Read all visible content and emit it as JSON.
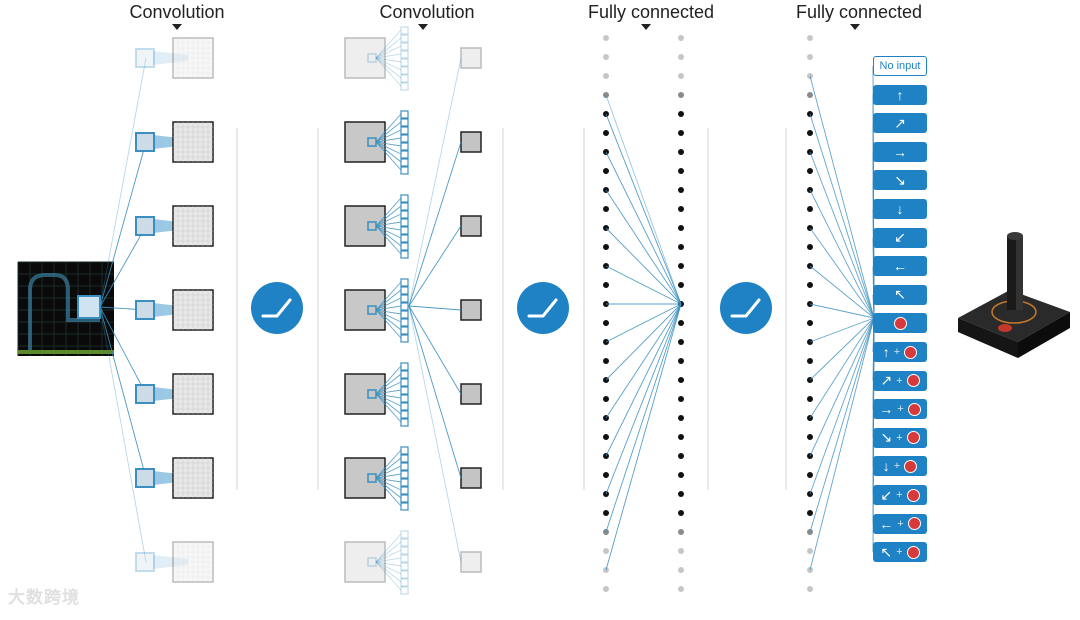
{
  "stages": [
    {
      "title": "Convolution"
    },
    {
      "title": "Convolution"
    },
    {
      "title": "Fully connected"
    },
    {
      "title": "Fully connected"
    }
  ],
  "activation_icon": "relu-icon",
  "actions": [
    {
      "label": "No input",
      "type": "text"
    },
    {
      "glyph": "↑",
      "fire": false
    },
    {
      "glyph": "↗",
      "fire": false
    },
    {
      "glyph": "→",
      "fire": false
    },
    {
      "glyph": "↘",
      "fire": false
    },
    {
      "glyph": "↓",
      "fire": false
    },
    {
      "glyph": "↙",
      "fire": false
    },
    {
      "glyph": "←",
      "fire": false
    },
    {
      "glyph": "↖",
      "fire": false
    },
    {
      "glyph": "",
      "fire": true
    },
    {
      "glyph": "↑",
      "fire": true
    },
    {
      "glyph": "↗",
      "fire": true
    },
    {
      "glyph": "→",
      "fire": true
    },
    {
      "glyph": "↘",
      "fire": true
    },
    {
      "glyph": "↓",
      "fire": true
    },
    {
      "glyph": "↙",
      "fire": true
    },
    {
      "glyph": "←",
      "fire": true
    },
    {
      "glyph": "↖",
      "fire": true
    }
  ],
  "watermark": "大数跨境",
  "colors": {
    "line": "#3a8fc0",
    "accent": "#1f82c4",
    "fire": "#d63a3a",
    "node": "#111111"
  }
}
